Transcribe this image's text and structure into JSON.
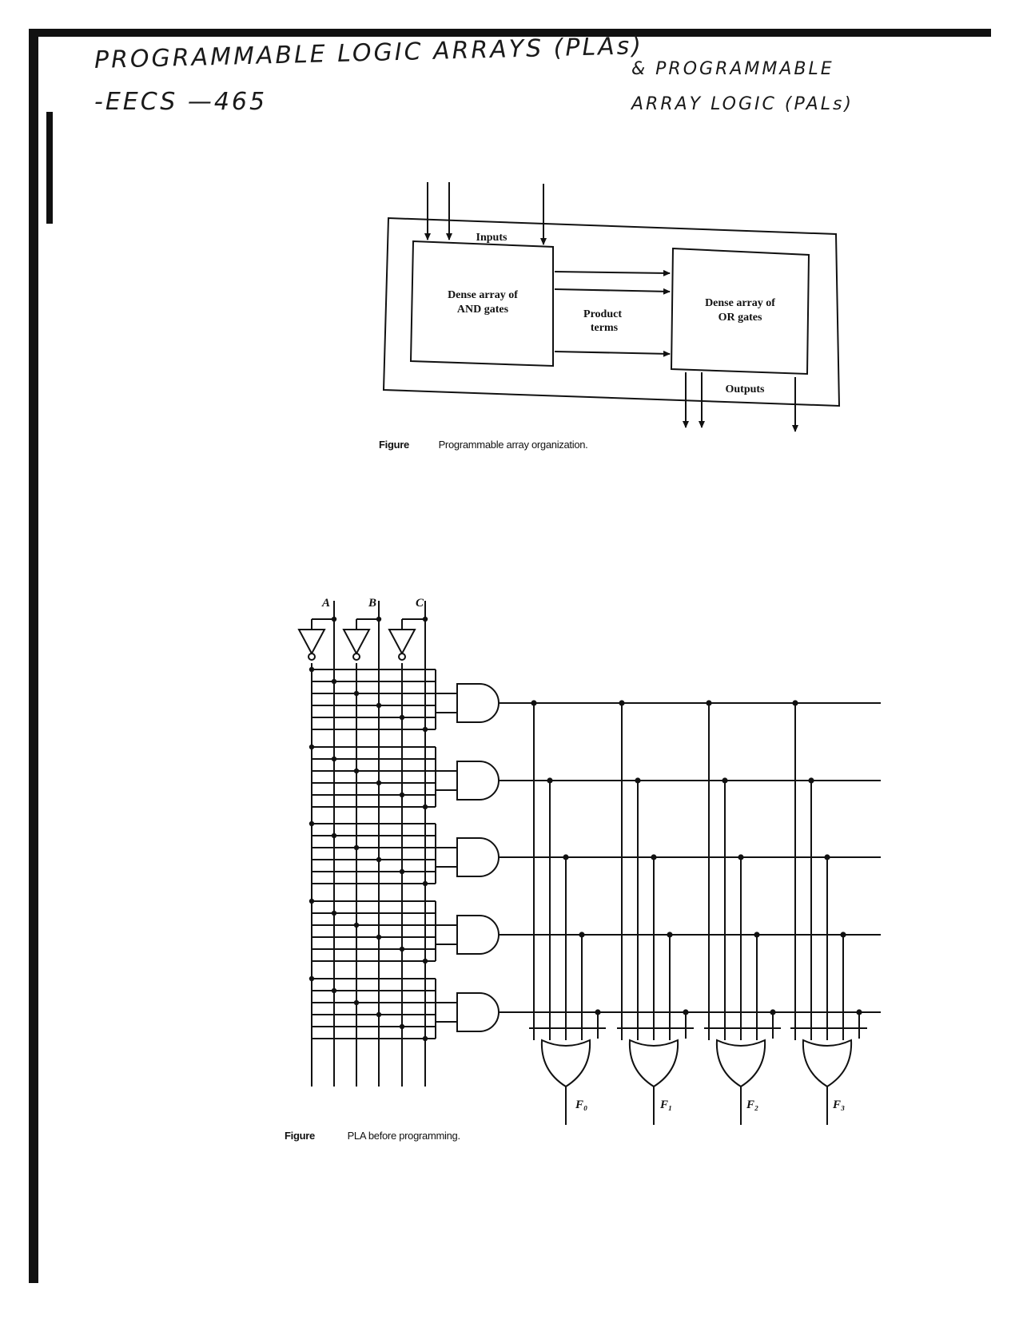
{
  "header": {
    "title_line1": "PROGRAMMABLE LOGIC ARRAYS (PLAs)",
    "title_line1b": "& PROGRAMMABLE",
    "title_line2": "-EECS —465",
    "title_line2b": "ARRAY LOGIC (PALs)"
  },
  "figure1": {
    "inputs_label": "Inputs",
    "and_block_line1": "Dense array of",
    "and_block_line2": "AND gates",
    "product_line1": "Product",
    "product_line2": "terms",
    "or_block_line1": "Dense array of",
    "or_block_line2": "OR gates",
    "outputs_label": "Outputs",
    "caption_prefix": "Figure",
    "caption_text": "Programmable array organization."
  },
  "figure2": {
    "input_labels": [
      "A",
      "B",
      "C"
    ],
    "output_labels": [
      "F₀",
      "F₁",
      "F₂",
      "F₃"
    ],
    "caption_prefix": "Figure",
    "caption_text": "PLA before programming."
  }
}
